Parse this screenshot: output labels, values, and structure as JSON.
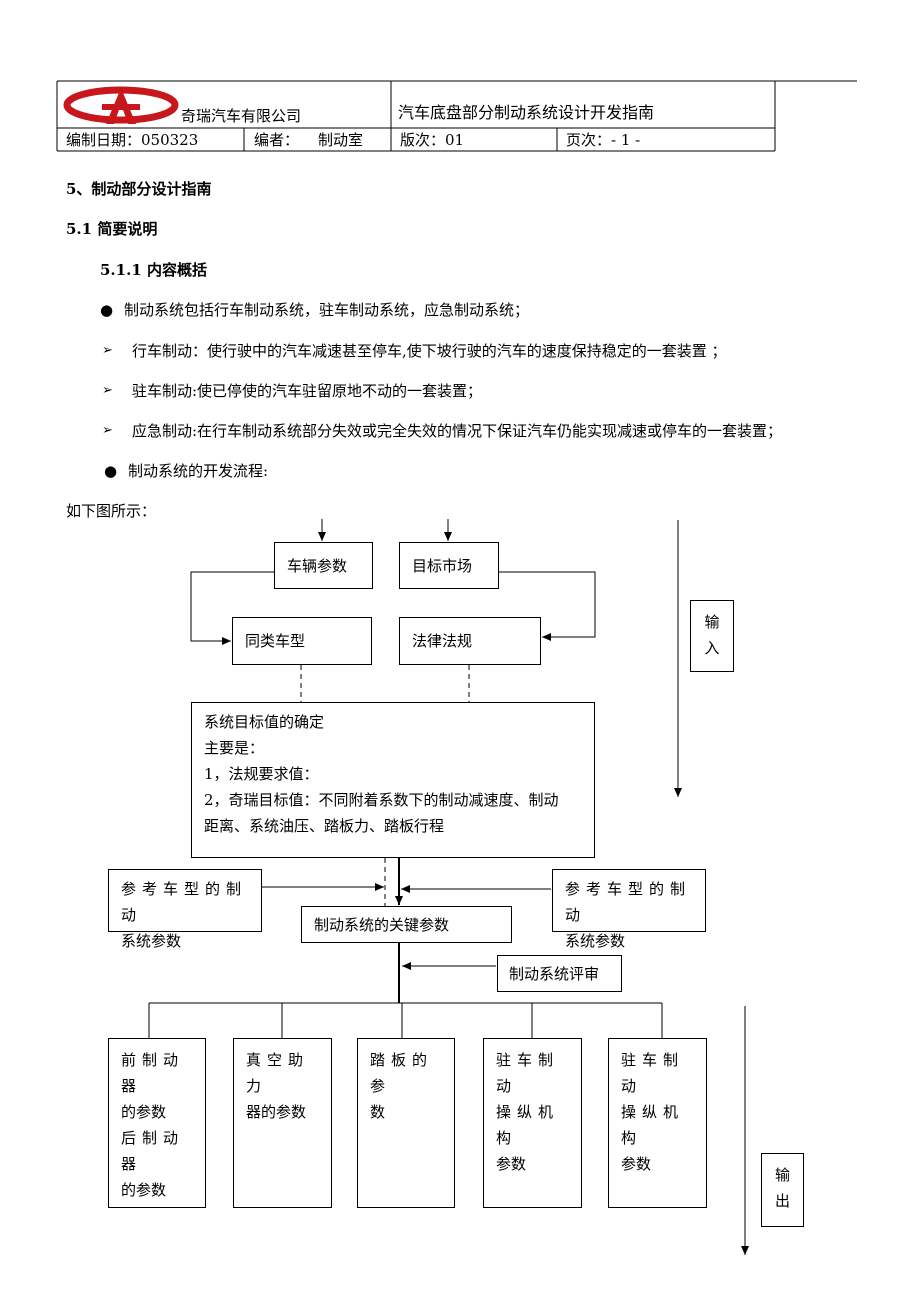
{
  "header": {
    "company": "奇瑞汽车有限公司",
    "doc_title": "汽车底盘部分制动系统设计开发指南",
    "date": "编制日期：050323",
    "author_label": "编者：",
    "author": "制动室",
    "version": "版次：01",
    "page": "页次：- 1 -"
  },
  "sections": {
    "s5": "5、制动部分设计指南",
    "s51": "5.1 简要说明",
    "s511": "5.1.1  内容概括"
  },
  "bullets": {
    "b1": "制动系统包括行车制动系统，驻车制动系统，应急制动系统；",
    "a1": "行车制动：使行驶中的汽车减速甚至停车,使下坡行驶的汽车的速度保持稳定的一套装置 ；",
    "a2": "驻车制动:使已停使的汽车驻留原地不动的一套装置；",
    "a3": "应急制动:在行车制动系统部分失效或完全失效的情况下保证汽车仍能实现减速或停车的一套装置；",
    "b2": "制动系统的开发流程:"
  },
  "caption": "如下图所示：",
  "flow": {
    "vehicle_params": "车辆参数",
    "target_market": "目标市场",
    "similar_models": "同类车型",
    "regulations": "法律法规",
    "input": [
      "输",
      "入"
    ],
    "target_lines": [
      "系统目标值的确定",
      "主要是：",
      "1，法规要求值：",
      "2，奇瑞目标值：不同附着系数下的制动减速度、制动",
      "距离、系统油压、踏板力、踏板行程"
    ],
    "ref_left": [
      "参考车型的制动",
      "系统参数"
    ],
    "ref_right": [
      "参考车型的制动",
      "系统参数"
    ],
    "key_params": "制动系统的关键参数",
    "review": "制动系统评审",
    "outputs": [
      [
        "前制动器",
        "的参数",
        "后制动器",
        "的参数"
      ],
      [
        "真空助力",
        "器的参数"
      ],
      [
        "踏板的参",
        "数"
      ],
      [
        "驻车制动",
        "操纵机构",
        "参数"
      ],
      [
        "驻车制动",
        "操纵机构",
        "参数"
      ]
    ],
    "output": [
      "输",
      "出"
    ]
  },
  "colors": {
    "logo": "#c8161d"
  }
}
